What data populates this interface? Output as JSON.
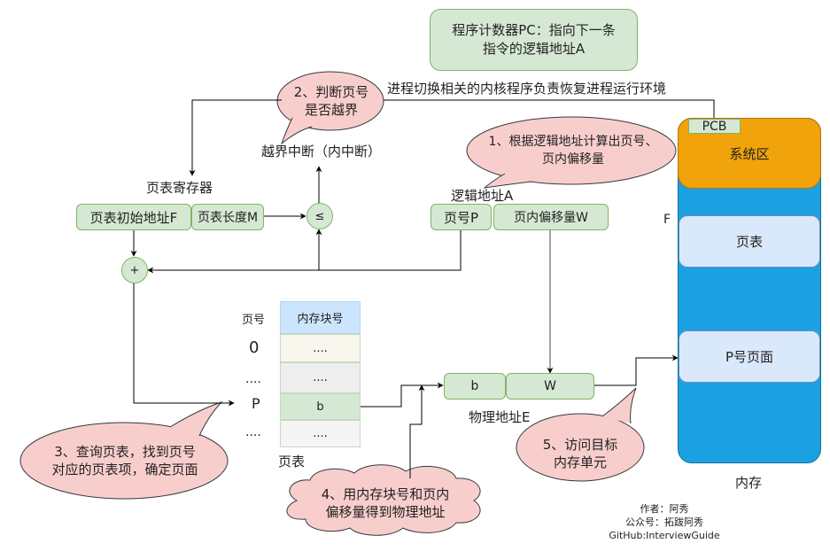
{
  "pc_note": {
    "line1": "程序计数器PC：指向下一条",
    "line2": "指令的逻辑地址A"
  },
  "process_switch_label": "进程切换相关的内核程序负责恢复进程运行环境",
  "bubbles": {
    "step1": {
      "line1": "1、根据逻辑地址计算出页号、",
      "line2": "页内偏移量"
    },
    "step2": {
      "line1": "2、判断页号",
      "line2": "是否越界"
    },
    "step3": {
      "line1": "3、查询页表，找到页号",
      "line2": "对应的页表项，确定页面"
    },
    "step4": {
      "line1": "4、用内存块号和页内",
      "line2": "偏移量得到物理地址"
    },
    "step5": {
      "line1": "5、访问目标",
      "line2": "内存单元"
    }
  },
  "out_of_bounds_label": "越界中断（内中断）",
  "page_table_register": {
    "title": "页表寄存器",
    "start_address": "页表初始地址F",
    "length": "页表长度M"
  },
  "operators": {
    "compare": "≤",
    "add": "+"
  },
  "logical_address": {
    "title": "逻辑地址A",
    "page_number": "页号P",
    "offset": "页内偏移量W"
  },
  "page_table": {
    "caption": "页表",
    "row_header": "页号",
    "column_header": "内存块号",
    "rows": [
      {
        "page": "0",
        "block": "...."
      },
      {
        "page": "....",
        "block": "...."
      },
      {
        "page": "P",
        "block": "b"
      },
      {
        "page": "....",
        "block": "...."
      }
    ]
  },
  "physical_address": {
    "title": "物理地址E",
    "block": "b",
    "offset": "W"
  },
  "memory": {
    "caption": "内存",
    "pcb": "PCB",
    "system_area": "系统区",
    "page_table": "页表",
    "page_p": "P号页面",
    "f_marker": "F"
  },
  "credits": {
    "author": "作者：阿秀",
    "wechat": "公众号：拓跋阿秀",
    "github": "GitHub:InterviewGuide"
  },
  "colors": {
    "green_fill": "#d5e8d4",
    "green_border": "#82b366",
    "bubble_fill": "#f8cecc",
    "memory_blue": "#1ba1e2",
    "system_orange": "#f0a30a",
    "light_blue": "#dae8fc"
  }
}
